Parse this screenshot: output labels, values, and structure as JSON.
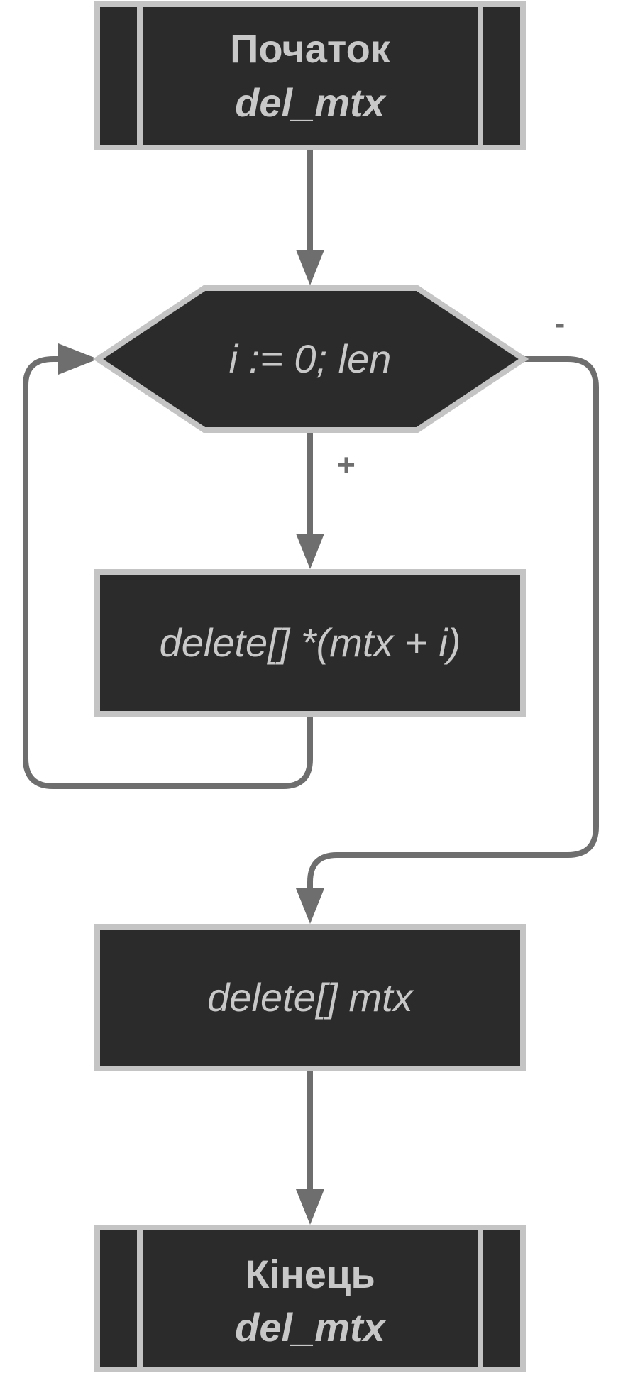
{
  "nodes": {
    "start": {
      "line1": "Початок",
      "line2": "del_mtx"
    },
    "loop": {
      "label": "i := 0; len"
    },
    "body": {
      "label": "delete[] *(mtx + i)"
    },
    "after": {
      "label": "delete[] mtx"
    },
    "end": {
      "line1": "Кінець",
      "line2": "del_mtx"
    }
  },
  "edges": {
    "loop_true_label": "+",
    "loop_false_label": "-"
  },
  "colors": {
    "node_fill": "#2b2b2b",
    "node_border": "#c4c4c4",
    "text": "#c8c8c8",
    "edge": "#6e6e6e",
    "background": "#ffffff"
  }
}
